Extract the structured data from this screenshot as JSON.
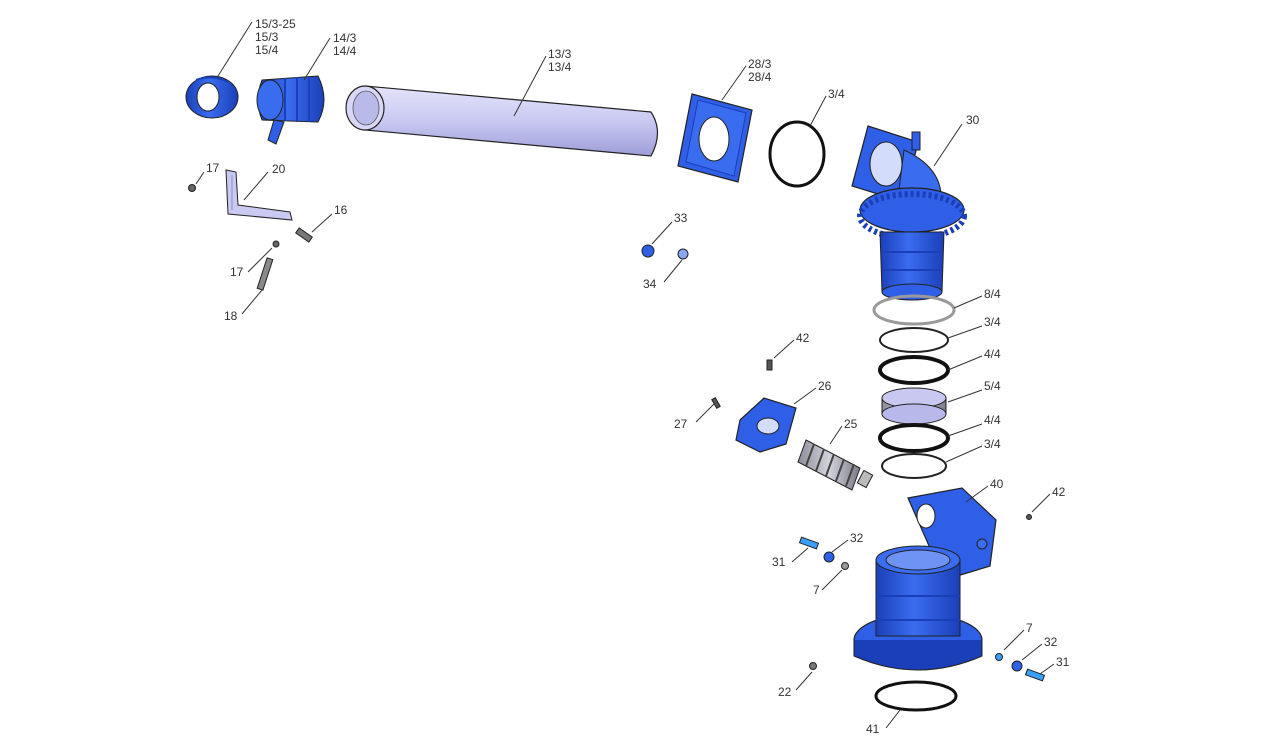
{
  "labels": {
    "p15": [
      "15/3-25",
      "15/3",
      "15/4"
    ],
    "p14": [
      "14/3",
      "14/4"
    ],
    "p13": [
      "13/3",
      "13/4"
    ],
    "p28": [
      "28/3",
      "28/4"
    ],
    "p3a": "3/4",
    "p30": "30",
    "p17a": "17",
    "p20": "20",
    "p16": "16",
    "p17b": "17",
    "p18": "18",
    "p33": "33",
    "p34": "34",
    "p8": "8/4",
    "p3b": "3/4",
    "p4a": "4/4",
    "p5": "5/4",
    "p4b": "4/4",
    "p3c": "3/4",
    "p42a": "42",
    "p26": "26",
    "p27": "27",
    "p25": "25",
    "p40": "40",
    "p42b": "42",
    "p31a": "31",
    "p32a": "32",
    "p7a": "7",
    "p7b": "7",
    "p32b": "32",
    "p31b": "31",
    "p22": "22",
    "p41": "41"
  },
  "colors": {
    "part_blue": "#2f5fe6",
    "part_blue_dark": "#1b3fb8",
    "tube_fill": "#c9c9f2",
    "outline": "#222222",
    "leader": "#333333"
  }
}
